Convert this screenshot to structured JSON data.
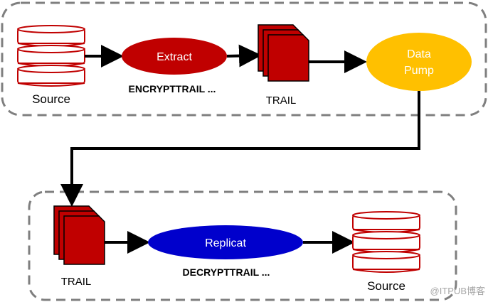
{
  "source": {
    "box": {
      "label": "Source"
    },
    "extract": {
      "label": "Extract",
      "color": "#c00000"
    },
    "extract_param": "ENCRYPTTRAIL ...",
    "trail_label": "TRAIL",
    "pump": {
      "line1": "Data",
      "line2": "Pump",
      "color": "#ffc000"
    }
  },
  "target": {
    "trail_label": "TRAIL",
    "replicat": {
      "label": "Replicat",
      "color": "#0000cc"
    },
    "replicat_param": "DECRYPTTRAIL ...",
    "box": {
      "label": "Source"
    }
  },
  "watermark": "@ITPUB博客",
  "colors": {
    "trail": "#c00000",
    "db_stroke": "#c00000",
    "border": "#7f7f7f",
    "arrow": "#000000"
  }
}
